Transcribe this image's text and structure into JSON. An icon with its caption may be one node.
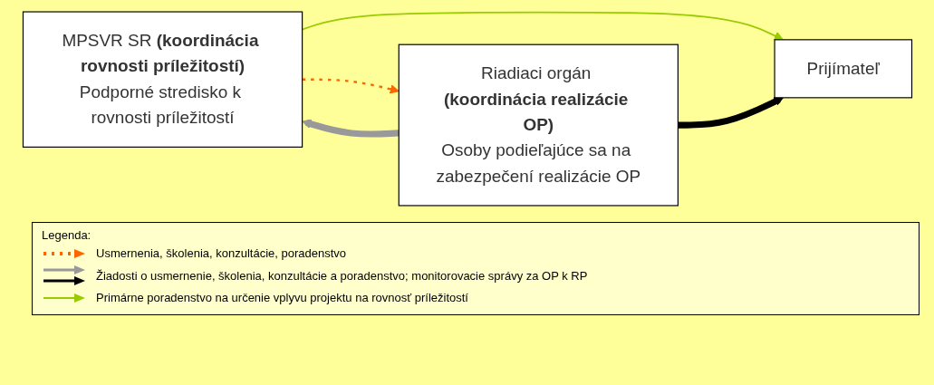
{
  "diagram": {
    "nodes": [
      {
        "text": [
          "MPSVR SR **(koordinácia rovnosti príležitostí)**",
          "Podporné stredisko k rovnosti príležitostí"
        ]
      },
      {
        "text": [
          "Riadiaci orgán **(koordinácia realizácie OP)**",
          "Osoby podieľajúce sa na zabezpečení realizácie OP"
        ]
      },
      {
        "text": [
          "Prijímateľ"
        ]
      }
    ],
    "edges": [
      {
        "from": 0,
        "to": 1,
        "arrow": "to",
        "style": "dashed",
        "color": "#ff6600"
      },
      {
        "from": 1,
        "to": 0,
        "arrow": "to",
        "style": "thick",
        "color": "#999999"
      },
      {
        "from": 0,
        "to": 2,
        "arrow": "to",
        "color": "#99cc00"
      },
      {
        "from": 1,
        "to": 2,
        "arrow": "to",
        "style": "thick",
        "color": "#000000"
      }
    ],
    "labels": [
      "Legenda:"
    ],
    "legend": [
      {
        "text": "Usmernenia, školenia, konzultácie, poradenstvo"
      },
      {
        "text": "Žiadosti o usmernenie, školenia, konzultácie a poradenstvo; monitorovacie správy za OP k RP"
      },
      {
        "text": "Primárne poradenstvo na určenie vplyvu projektu na rovnosť príležitostí"
      }
    ]
  }
}
